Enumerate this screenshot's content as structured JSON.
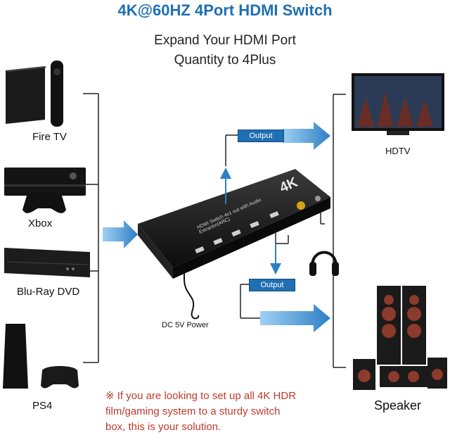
{
  "header": {
    "title": "4K@60HZ 4Port HDMI Switch",
    "subtitle_line1": "Expand Your HDMI Port",
    "subtitle_line2": "Quantity to 4Plus"
  },
  "sources": [
    {
      "label": "Fire TV",
      "icon": "fire-tv-box-icon"
    },
    {
      "label": "Xbox",
      "icon": "xbox-console-icon"
    },
    {
      "label": "Blu-Ray DVD",
      "icon": "bluray-player-icon"
    },
    {
      "label": "PS4",
      "icon": "ps4-console-icon"
    }
  ],
  "outputs": {
    "hdmi_output_label": "Output",
    "audio_output_label": "Output",
    "hdtv_label": "HDTV",
    "speaker_label": "Speaker"
  },
  "switch": {
    "badge": "4K",
    "body_text": "HDMI Switch 4x1 out with Audio Extractor(ARC)",
    "power_label": "DC 5V Power"
  },
  "note": {
    "text_line1": "※ If you are looking to set up all 4K HDR",
    "text_line2": "film/gaming system to a sturdy switch",
    "text_line3": "box, this is your solution."
  },
  "colors": {
    "title_blue": "#1f6fb2",
    "arrow_blue": "#2e7fc4",
    "note_red": "#c0392b",
    "line_dark": "#222222"
  }
}
